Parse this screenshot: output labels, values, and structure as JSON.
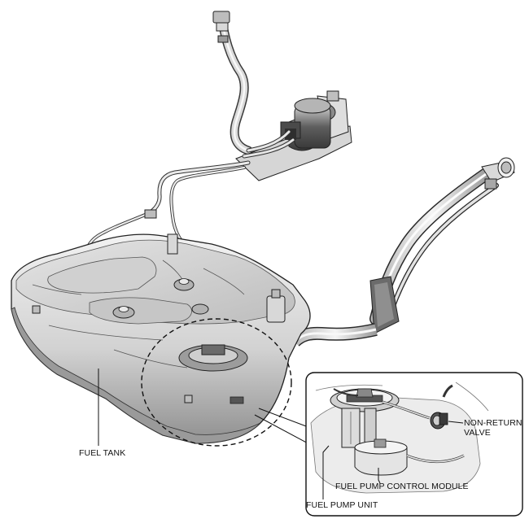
{
  "labels": {
    "fuel_tank": "FUEL TANK",
    "non_return_valve_line1": "NON-RETURN",
    "non_return_valve_line2": "VALVE",
    "fuel_pump_control_module": "FUEL PUMP CONTROL MODULE",
    "fuel_pump_unit": "FUEL PUMP UNIT"
  },
  "colors": {
    "outline": "#222222",
    "metal_light": "#e6e6e6",
    "metal_mid": "#c4c4c4",
    "metal_dark": "#8c8c8c",
    "background": "#ffffff"
  }
}
